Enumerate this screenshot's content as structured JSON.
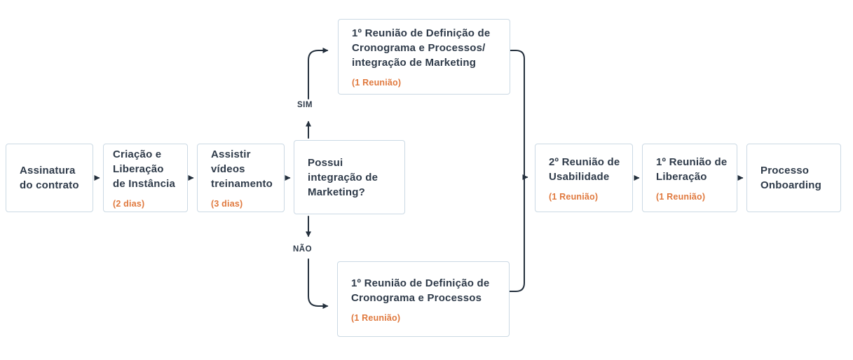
{
  "colors": {
    "text": "#2e3a49",
    "accent": "#e0793e",
    "border": "#cbd9e4",
    "line": "#232f3c",
    "background": "#ffffff"
  },
  "flowchart": {
    "nodes": [
      {
        "id": "assinatura-contrato",
        "lines": [
          "Assinatura",
          "do contrato"
        ],
        "note": ""
      },
      {
        "id": "criacao-liberacao-instancia",
        "lines": [
          "Criação e",
          "Liberação",
          "de Instância"
        ],
        "note": "(2 dias)"
      },
      {
        "id": "assistir-videos-treinamento",
        "lines": [
          "Assistir",
          "vídeos",
          "treinamento"
        ],
        "note": "(3 dias)"
      },
      {
        "id": "decisao-integracao-marketing",
        "lines": [
          "Possui",
          "integração de",
          "Marketing?"
        ],
        "note": ""
      },
      {
        "id": "reuniao-cronograma-marketing",
        "lines": [
          "1º Reunião de Definição de",
          "Cronograma e Processos/",
          "integração de Marketing"
        ],
        "note": "(1 Reunião)"
      },
      {
        "id": "reuniao-cronograma-processos",
        "lines": [
          "1º Reunião de Definição de",
          "Cronograma e Processos"
        ],
        "note": "(1 Reunião)"
      },
      {
        "id": "reuniao-usabilidade",
        "lines": [
          "2º Reunião de",
          "Usabilidade"
        ],
        "note": "(1 Reunião)"
      },
      {
        "id": "reuniao-liberacao",
        "lines": [
          "1º Reunião de",
          "Liberação"
        ],
        "note": "(1 Reunião)"
      },
      {
        "id": "processo-onboarding",
        "lines": [
          "Processo",
          "Onboarding"
        ],
        "note": ""
      }
    ],
    "branch_labels": {
      "yes": "SIM",
      "no": "NÃO"
    }
  }
}
